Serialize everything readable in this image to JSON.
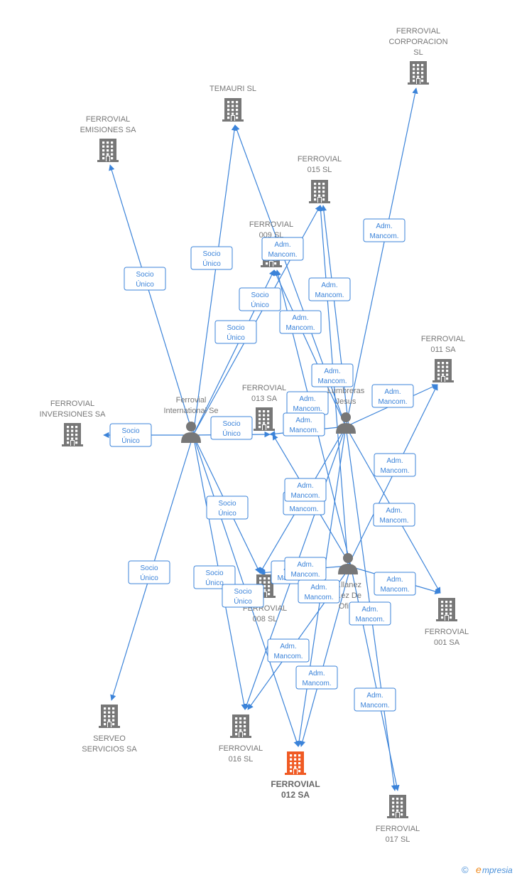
{
  "colors": {
    "edge": "#3b83d9",
    "company": "#777777",
    "focus_company": "#f05a23",
    "person": "#777777"
  },
  "nodes": [
    {
      "id": "corporacion",
      "type": "company",
      "label": [
        "FERROVIAL",
        "CORPORACION",
        "SL"
      ]
    },
    {
      "id": "temauri",
      "type": "company",
      "label": [
        "TEMAURI  SL"
      ]
    },
    {
      "id": "emisiones",
      "type": "company",
      "label": [
        "FERROVIAL",
        "EMISIONES SA"
      ]
    },
    {
      "id": "f015",
      "type": "company",
      "label": [
        "FERROVIAL",
        "015  SL"
      ]
    },
    {
      "id": "f009",
      "type": "company",
      "label": [
        "FERROVIAL",
        "009  SL"
      ]
    },
    {
      "id": "f011",
      "type": "company",
      "label": [
        "FERROVIAL",
        "011 SA"
      ]
    },
    {
      "id": "inversiones",
      "type": "company",
      "label": [
        "FERROVIAL",
        "INVERSIONES SA"
      ]
    },
    {
      "id": "fis",
      "type": "person",
      "label": [
        "Ferrovial",
        "International Se"
      ]
    },
    {
      "id": "f013",
      "type": "company",
      "label": [
        "FERROVIAL",
        "013 SA"
      ]
    },
    {
      "id": "lumbreras",
      "type": "person",
      "label": [
        "...z",
        "Lumbreras",
        "Jesus"
      ]
    },
    {
      "id": "f008",
      "type": "company",
      "label": [
        "FERROVIAL",
        "008  SL"
      ]
    },
    {
      "id": "ofiral",
      "type": "person",
      "label": [
        "...llanez",
        "...ez De",
        "Ofiral"
      ]
    },
    {
      "id": "f001",
      "type": "company",
      "label": [
        "FERROVIAL",
        "001 SA"
      ]
    },
    {
      "id": "serveo",
      "type": "company",
      "label": [
        "SERVEO",
        "SERVICIOS SA"
      ]
    },
    {
      "id": "f016",
      "type": "company",
      "label": [
        "FERROVIAL",
        "016  SL"
      ]
    },
    {
      "id": "f012",
      "type": "company",
      "focus": true,
      "label": [
        "FERROVIAL",
        "012 SA"
      ]
    },
    {
      "id": "f017",
      "type": "company",
      "label": [
        "FERROVIAL",
        "017  SL"
      ]
    }
  ],
  "edges": [
    {
      "from": "fis",
      "to": "emisiones",
      "label": [
        "Socio",
        "Único"
      ]
    },
    {
      "from": "fis",
      "to": "temauri",
      "label": [
        "Socio",
        "Único"
      ]
    },
    {
      "from": "fis",
      "to": "f009",
      "label": [
        "Socio",
        "Único"
      ]
    },
    {
      "from": "fis",
      "to": "f015",
      "label": [
        "Socio",
        "Único"
      ]
    },
    {
      "from": "fis",
      "to": "inversiones",
      "label": [
        "Socio",
        "Único"
      ]
    },
    {
      "from": "fis",
      "to": "f013",
      "label": [
        "Socio",
        "Único"
      ]
    },
    {
      "from": "fis",
      "to": "f008",
      "label": [
        "Socio",
        "Único"
      ]
    },
    {
      "from": "fis",
      "to": "serveo",
      "label": [
        "Socio",
        "Único"
      ]
    },
    {
      "from": "fis",
      "to": "f016",
      "label": [
        "Socio",
        "Único"
      ]
    },
    {
      "from": "fis",
      "to": "f012",
      "label": [
        "Socio",
        "Único"
      ]
    },
    {
      "from": "lumbreras",
      "to": "corporacion",
      "label": [
        "Adm.",
        "Mancom."
      ]
    },
    {
      "from": "lumbreras",
      "to": "temauri",
      "label": [
        "Adm.",
        "Mancom."
      ]
    },
    {
      "from": "lumbreras",
      "to": "f015",
      "label": [
        "Adm.",
        "Mancom."
      ]
    },
    {
      "from": "lumbreras",
      "to": "f009",
      "label": [
        "Adm.",
        "Mancom."
      ]
    },
    {
      "from": "lumbreras",
      "to": "f011",
      "label": [
        "Adm.",
        "Mancom."
      ]
    },
    {
      "from": "lumbreras",
      "to": "f013",
      "label": [
        "Adm.",
        "Mancom."
      ]
    },
    {
      "from": "lumbreras",
      "to": "f008",
      "label": [
        "Adm.",
        "Mancom."
      ]
    },
    {
      "from": "lumbreras",
      "to": "f001",
      "label": [
        "Adm.",
        "Mancom."
      ]
    },
    {
      "from": "lumbreras",
      "to": "f016",
      "label": [
        "Adm.",
        "Mancom."
      ]
    },
    {
      "from": "lumbreras",
      "to": "f012",
      "label": [
        "Adm.",
        "Mancom."
      ]
    },
    {
      "from": "lumbreras",
      "to": "f017",
      "label": [
        "Adm.",
        "Mancom."
      ]
    },
    {
      "from": "ofiral",
      "to": "f015",
      "label": [
        "Adm.",
        "Mancom."
      ]
    },
    {
      "from": "ofiral",
      "to": "f009",
      "label": [
        "Adm.",
        "Mancom."
      ]
    },
    {
      "from": "ofiral",
      "to": "f011",
      "label": [
        "Adm.",
        "Mancom."
      ]
    },
    {
      "from": "ofiral",
      "to": "f013",
      "label": [
        "Adm.",
        "Mancom."
      ]
    },
    {
      "from": "ofiral",
      "to": "f008",
      "label": [
        "Adm.",
        "Mancom."
      ]
    },
    {
      "from": "ofiral",
      "to": "f001",
      "label": [
        "Adm.",
        "Mancom."
      ]
    },
    {
      "from": "ofiral",
      "to": "f016",
      "label": [
        "Adm.",
        "Mancom."
      ]
    },
    {
      "from": "ofiral",
      "to": "f012",
      "label": [
        "Adm.",
        "Mancom."
      ]
    },
    {
      "from": "ofiral",
      "to": "f017",
      "label": [
        "Adm.",
        "Mancom."
      ]
    }
  ],
  "footer": {
    "copyright": "©",
    "brand": "mpresia",
    "brand_initial": "e"
  }
}
